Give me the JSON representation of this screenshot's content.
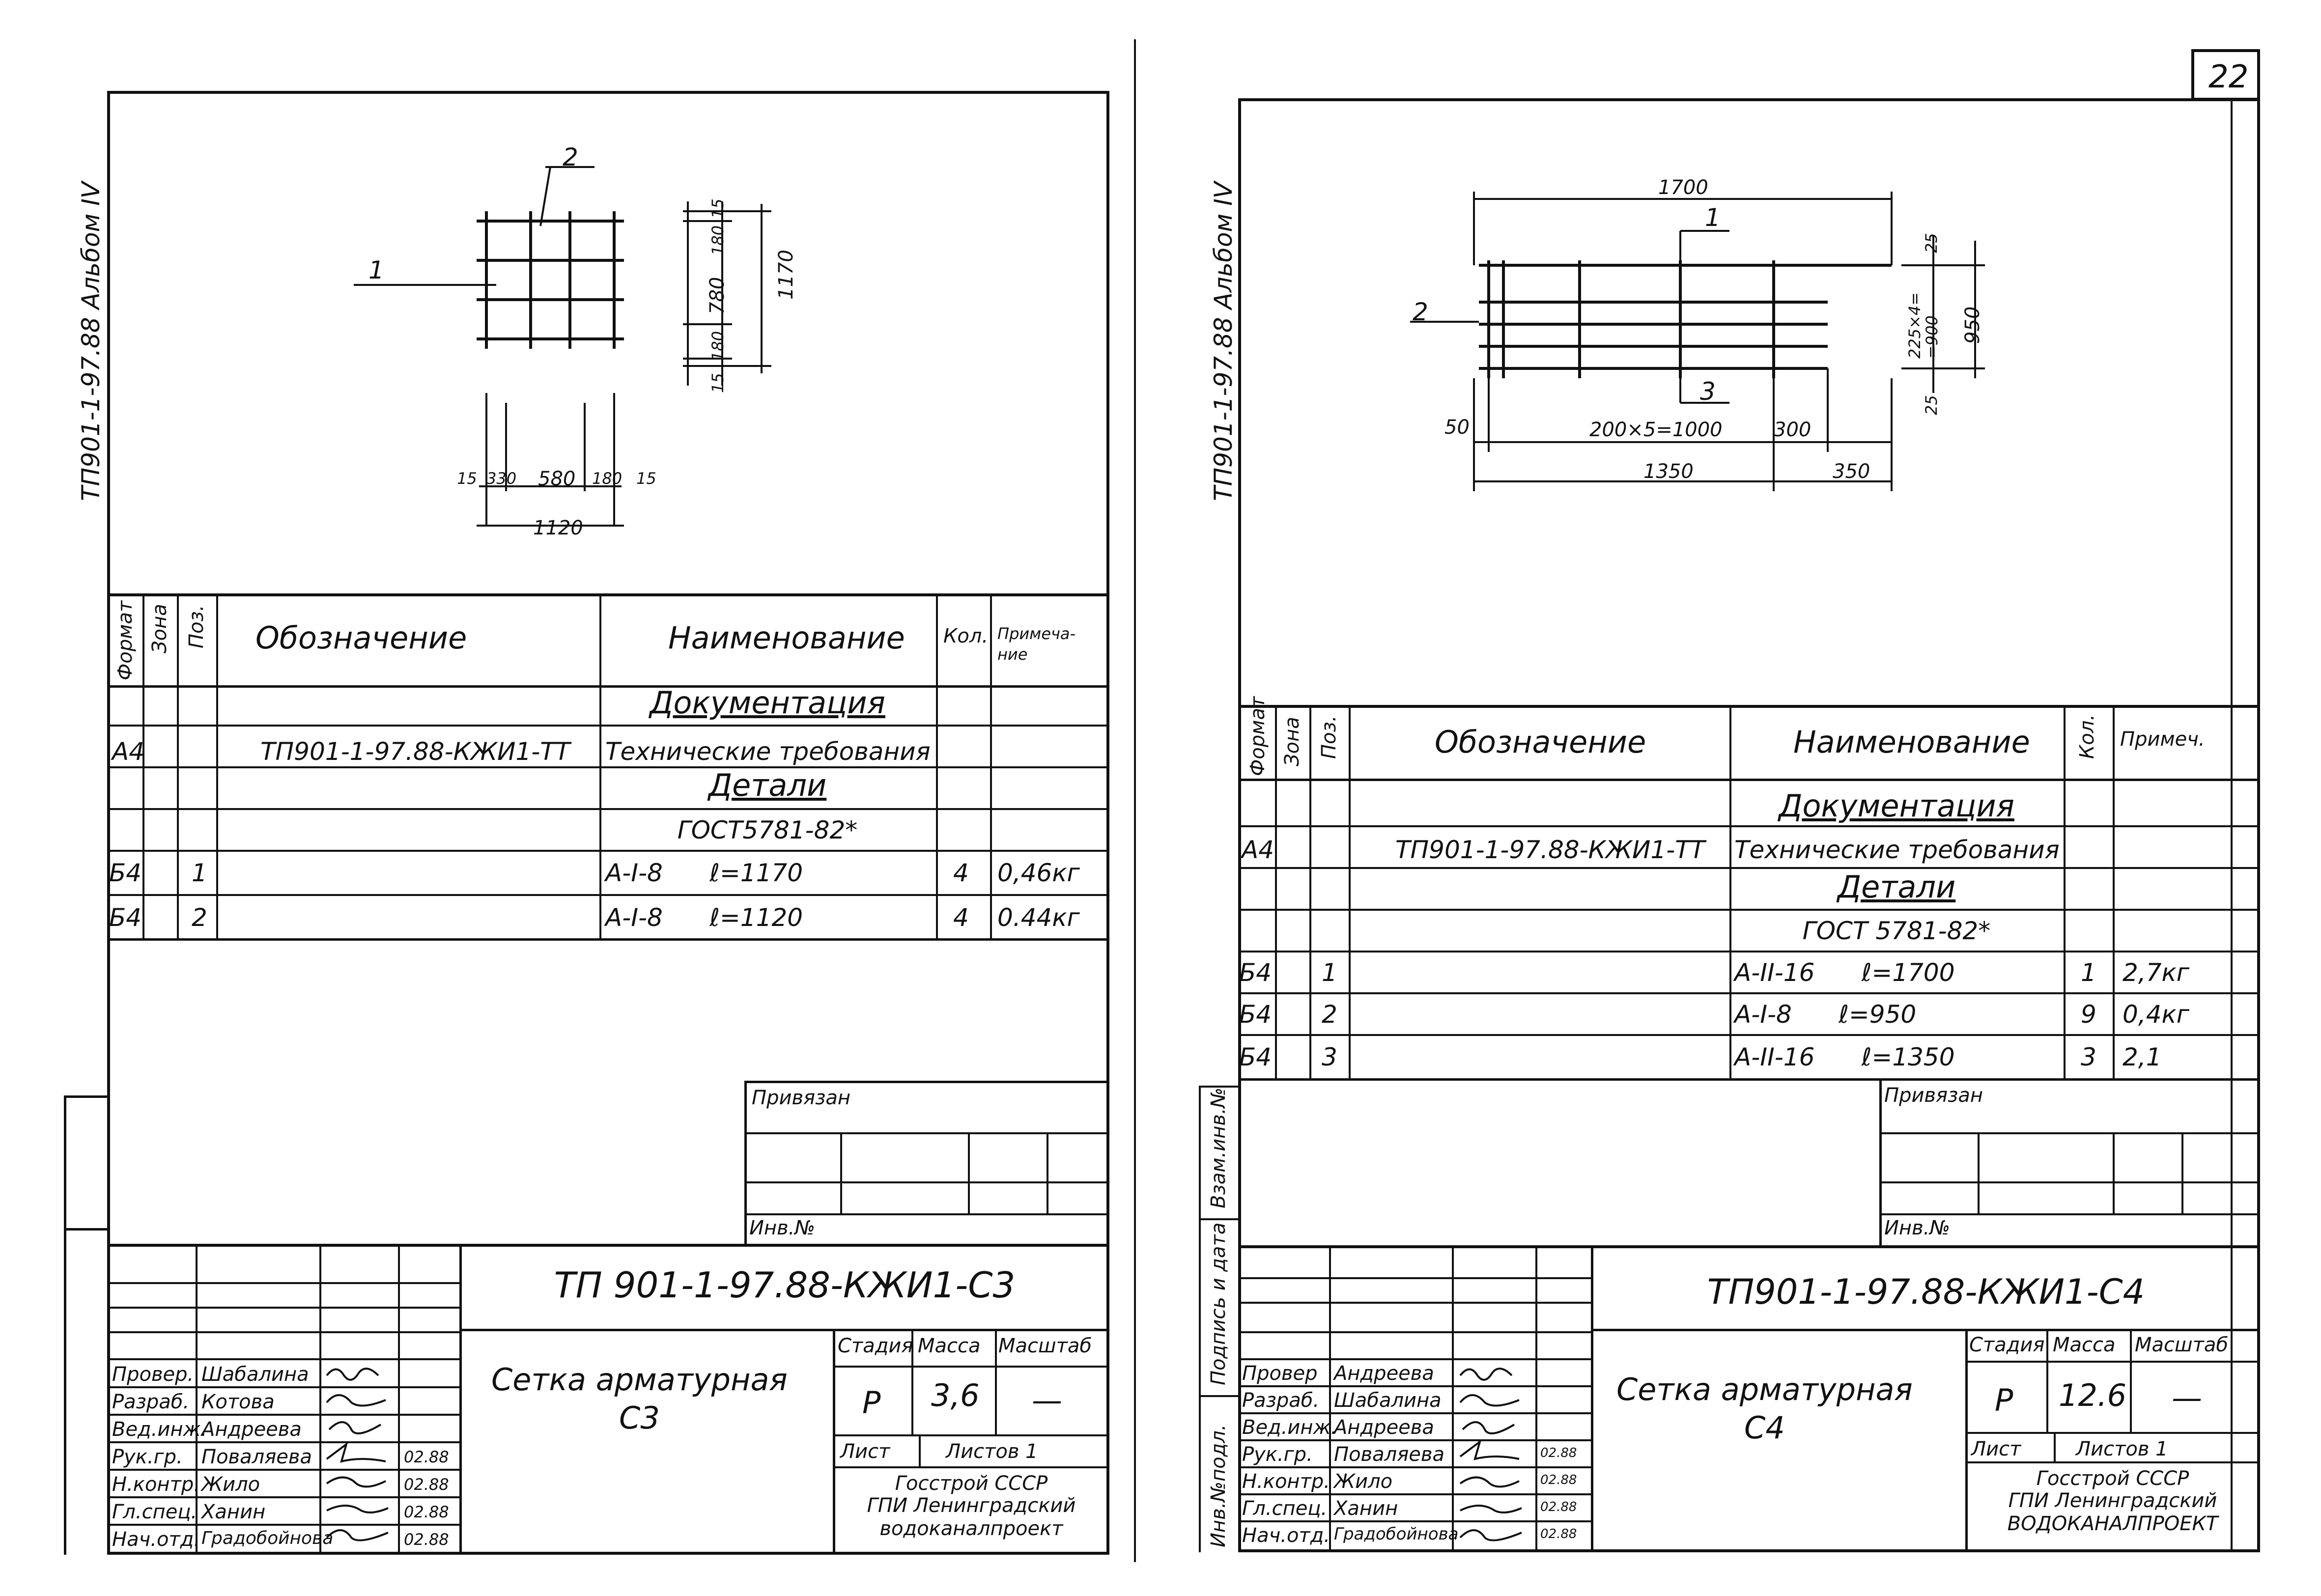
{
  "page_number": "22",
  "sheets": [
    {
      "side_label": "ТП901-1-97.88 Альбом IV",
      "drawing": {
        "callouts": [
          "1",
          "2"
        ],
        "dims_vertical": [
          "15",
          "180",
          "780",
          "180",
          "15",
          "1170"
        ],
        "dims_horizontal": [
          "15",
          "330",
          "580",
          "180",
          "15",
          "1120"
        ]
      },
      "spec_headers": {
        "format": "Формат",
        "zone": "Зона",
        "pos": "Поз.",
        "designation": "Обозначение",
        "name": "Наименование",
        "qty": "Кол.",
        "note": "Примеча-ние"
      },
      "spec_rows": [
        {
          "format": "",
          "pos": "",
          "designation": "",
          "name": "Документация",
          "qty": "",
          "note": ""
        },
        {
          "format": "А4",
          "pos": "",
          "designation": "ТП901-1-97.88-КЖИ1-ТТ",
          "name": "Технические требования",
          "qty": "",
          "note": ""
        },
        {
          "format": "",
          "pos": "",
          "designation": "",
          "name": "Детали",
          "qty": "",
          "note": ""
        },
        {
          "format": "",
          "pos": "",
          "designation": "",
          "name": "ГОСТ5781-82*",
          "qty": "",
          "note": ""
        },
        {
          "format": "Б4",
          "pos": "1",
          "designation": "",
          "name": "А-I-8      ℓ=1170",
          "qty": "4",
          "note": "0,46кг"
        },
        {
          "format": "Б4",
          "pos": "2",
          "designation": "",
          "name": "А-I-8      ℓ=1120",
          "qty": "4",
          "note": "0.44кг"
        }
      ],
      "privyazan": "Привязан",
      "inv_no": "Инв.№",
      "code": "ТП 901-1-97.88-КЖИ1-С3",
      "title": "Сетка арматурная\nС3",
      "stage_label": "Стадия",
      "mass_label": "Масса",
      "scale_label": "Масштаб",
      "stage": "Р",
      "mass": "3,6",
      "scale": "—",
      "sheet_label": "Лист",
      "sheets_label": "Листов 1",
      "org": [
        "Госстрой СССР",
        "ГПИ Ленинградский",
        "водоканалпроект"
      ],
      "signatures": [
        {
          "role": "Провер.",
          "name": "Шабалина",
          "date": ""
        },
        {
          "role": "Разраб.",
          "name": "Котова",
          "date": ""
        },
        {
          "role": "Вед.инж.",
          "name": "Андреева",
          "date": ""
        },
        {
          "role": "Рук.гр.",
          "name": "Поваляева",
          "date": "02.88"
        },
        {
          "role": "Н.контр.",
          "name": "Жило",
          "date": "02.88"
        },
        {
          "role": "Гл.спец.",
          "name": "Ханин",
          "date": "02.88"
        },
        {
          "role": "Нач.отд.",
          "name": "Градобойнова",
          "date": "02.88"
        }
      ]
    },
    {
      "side_label": "ТП901-1-97.88 Альбом IV",
      "drawing": {
        "callouts": [
          "1",
          "2",
          "3"
        ],
        "dims_top": "1700",
        "dims_bottom": [
          "50",
          "200×5=1000",
          "300",
          "1350",
          "350"
        ],
        "dims_right": [
          "25",
          "225×4= =900",
          "25",
          "950"
        ]
      },
      "spec_headers": {
        "format": "Формат",
        "zone": "Зона",
        "pos": "Поз.",
        "designation": "Обозначение",
        "name": "Наименование",
        "qty": "Кол.",
        "note": "Примеч."
      },
      "spec_rows": [
        {
          "format": "",
          "pos": "",
          "designation": "",
          "name": "Документация",
          "qty": "",
          "note": ""
        },
        {
          "format": "А4",
          "pos": "",
          "designation": "ТП901-1-97.88-КЖИ1-ТТ",
          "name": "Технические требования",
          "qty": "",
          "note": ""
        },
        {
          "format": "",
          "pos": "",
          "designation": "",
          "name": "Детали",
          "qty": "",
          "note": ""
        },
        {
          "format": "",
          "pos": "",
          "designation": "",
          "name": "ГОСТ 5781-82*",
          "qty": "",
          "note": ""
        },
        {
          "format": "Б4",
          "pos": "1",
          "designation": "",
          "name": "А-II-16      ℓ=1700",
          "qty": "1",
          "note": "2,7кг"
        },
        {
          "format": "Б4",
          "pos": "2",
          "designation": "",
          "name": "А-I-8      ℓ=950",
          "qty": "9",
          "note": "0,4кг"
        },
        {
          "format": "Б4",
          "pos": "3",
          "designation": "",
          "name": "А-II-16      ℓ=1350",
          "qty": "3",
          "note": "2,1"
        }
      ],
      "privyazan": "Привязан",
      "inv_no": "Инв.№",
      "code": "ТП901-1-97.88-КЖИ1-С4",
      "title": "Сетка арматурная\nС4",
      "stage_label": "Стадия",
      "mass_label": "Масса",
      "scale_label": "Масштаб",
      "stage": "Р",
      "mass": "12.6",
      "scale": "—",
      "sheet_label": "Лист",
      "sheets_label": "Листов 1",
      "org": [
        "Госстрой СССР",
        "ГПИ Ленинградский",
        "ВОДОКАНАЛПРОЕКТ"
      ],
      "side_stamp": [
        "Инв.№подл.",
        "Подпись и дата",
        "Взам.инв.№"
      ],
      "signatures": [
        {
          "role": "Провер",
          "name": "Андреева",
          "date": ""
        },
        {
          "role": "Разраб.",
          "name": "Шабалина",
          "date": ""
        },
        {
          "role": "Вед.инж.",
          "name": "Андреева",
          "date": ""
        },
        {
          "role": "Рук.гр.",
          "name": "Поваляева",
          "date": "02.88"
        },
        {
          "role": "Н.контр.",
          "name": "Жило",
          "date": "02.88"
        },
        {
          "role": "Гл.спец.",
          "name": "Ханин",
          "date": "02.88"
        },
        {
          "role": "Нач.отд.",
          "name": "Градобойнова",
          "date": "02.88"
        }
      ]
    }
  ]
}
